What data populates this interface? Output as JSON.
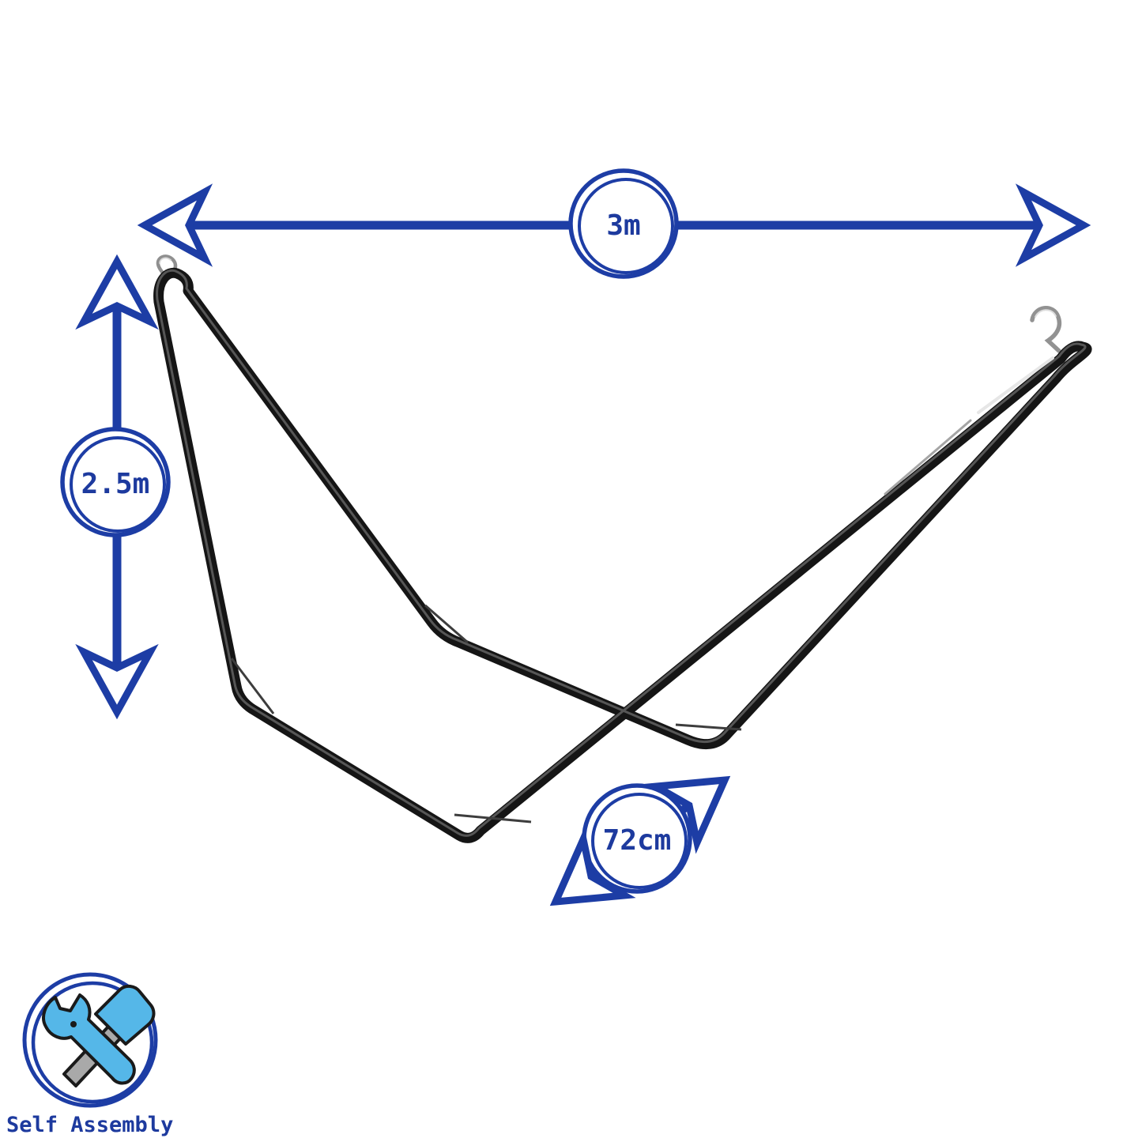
{
  "page": {
    "type": "product-dimension-diagram",
    "background": "#ffffff"
  },
  "colors": {
    "accent_blue": "#1d3da5",
    "label_blue": "#1d3a9e",
    "tool_blue": "#55b7e8",
    "steel_gray": "#a9a9a9",
    "tube_black": "#151515",
    "hook_silver": "#999999"
  },
  "dimensions": {
    "width": {
      "label": "3m"
    },
    "height": {
      "label": "2.5m"
    },
    "depth": {
      "label": "72cm"
    }
  },
  "assembly": {
    "label": "Self Assembly",
    "icons": [
      "wrench-icon",
      "hammer-icon"
    ]
  },
  "illustration": {
    "subject": "black steel hammock stand frame with hanging hooks"
  }
}
